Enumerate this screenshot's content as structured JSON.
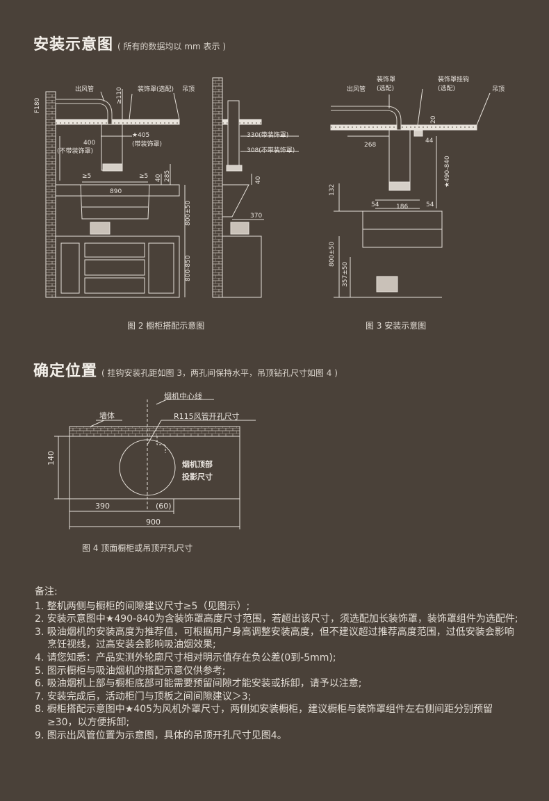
{
  "section1": {
    "title": "安装示意图",
    "subtitle": "( 所有的数据均以 mm 表示 )"
  },
  "fig2": {
    "caption": "图 2  橱柜搭配示意图",
    "labels": {
      "outlet": "出风管",
      "ge110": "≥110",
      "cover": "装饰罩(选配)",
      "ceiling": "吊顶",
      "f180": "F180",
      "d405": "★405",
      "with_cover": "(带装饰罩)",
      "d400": "400",
      "without_cover": "(不带装饰罩)",
      "ge5a": "≥5",
      "ge5b": "≥5",
      "d40": "40",
      "d285": "285",
      "d890": "890",
      "d800": "800±50",
      "d800_850": "800-850",
      "d330": "330(带装饰罩)",
      "d308": "308(不带装饰罩)",
      "d40b": "40",
      "d370": "370"
    }
  },
  "fig3": {
    "caption": "图 3  安装示意图",
    "labels": {
      "outlet": "出风管",
      "cover": "装饰罩",
      "cover_opt": "(选配)",
      "hook": "装饰罩挂钩",
      "hook_opt": "(选配)",
      "ceiling": "吊顶",
      "d20": "20",
      "d44": "44",
      "d268": "268",
      "d490": "★490-840",
      "d132": "132",
      "d54a": "54",
      "d54b": "54",
      "d186": "186",
      "d800": "800±50",
      "d357": "357±50"
    }
  },
  "section2": {
    "title": "确定位置",
    "subtitle": "( 挂钩安装孔距如图 3，两孔间保持水平，吊顶钻孔尺寸如图 4 )"
  },
  "fig4": {
    "caption": "图 4  顶面橱柜或吊顶开孔尺寸",
    "labels": {
      "center": "烟机中心线",
      "wall": "墙体",
      "r115": "R115风管开孔尺寸",
      "d140": "140",
      "proj1": "烟机顶部",
      "proj2": "投影尺寸",
      "d390": "390",
      "d60": "(60)",
      "d900": "900"
    }
  },
  "notes": {
    "heading": "备注:",
    "items": [
      "1. 整机两侧与橱柜的间隙建议尺寸≥5（见图示）;",
      "2. 安装示意图中★490-840为含装饰罩高度尺寸范围，若超出该尺寸，须选配加长装饰罩，装饰罩组件为选配件;",
      "3. 吸油烟机的安装高度为推荐值，可根据用户身高调整安装高度，但不建议超过推荐高度范围，过低安装会影响烹饪视线，过高安装会影响吸油烟效果;",
      "4. 请您知悉：产品实测外轮廓尺寸相对明示值存在负公差(0到-5mm);",
      "5. 图示橱柜与吸油烟机的搭配示意仅供参考;",
      "6. 吸油烟机上部与橱柜底部可能需要预留间隙才能安装或拆卸，请予以注意;",
      "7. 安装完成后，活动柜门与顶板之间间隙建议＞3;",
      "8. 橱柜搭配示意图中★405为风机外罩尺寸，两侧如安装橱柜，建议橱柜与装饰罩组件左右侧间距分别预留≥30，以方便拆卸;",
      "9. 图示出风管位置为示意图，具体的吊顶开孔尺寸见图4。"
    ]
  }
}
